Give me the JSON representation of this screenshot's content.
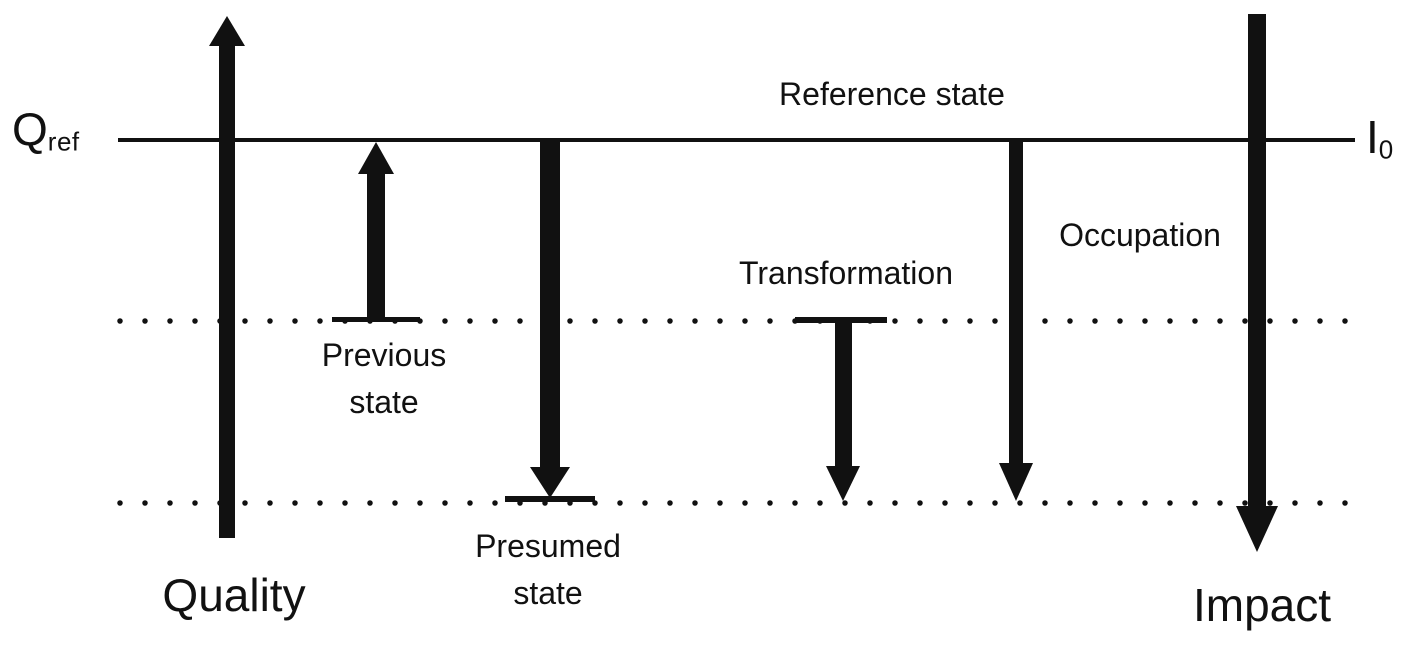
{
  "diagram": {
    "title_semantic": "Reference state quality-impact diagram",
    "axis_left": {
      "symbol": "Q",
      "subscript": "ref"
    },
    "axis_right": {
      "symbol": "I",
      "subscript": "0"
    },
    "reference_state_label": "Reference state",
    "occupation_label": "Occupation",
    "transformation_label": "Transformation",
    "previous_state_label": {
      "line1": "Previous",
      "line2": "state"
    },
    "presumed_state_label": {
      "line1": "Presumed",
      "line2": "state"
    },
    "quality_axis_label": "Quality",
    "impact_arrow_label": "Impact",
    "colors": {
      "ink": "#111111",
      "background": "#ffffff"
    }
  }
}
